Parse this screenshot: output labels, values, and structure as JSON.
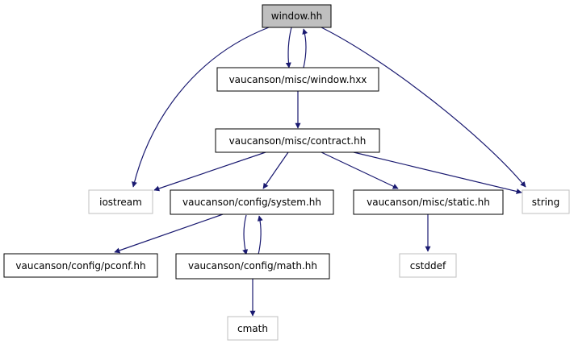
{
  "diagram": {
    "type": "include-dependency-graph",
    "colors": {
      "edge": "#191970",
      "node_border": "#000000",
      "external_border": "#bfbfbf",
      "root_fill": "#bfbfbf",
      "node_fill": "#ffffff"
    },
    "nodes": [
      {
        "id": "window_hh",
        "label": "window.hh",
        "kind": "root"
      },
      {
        "id": "window_hxx",
        "label": "vaucanson/misc/window.hxx",
        "kind": "internal"
      },
      {
        "id": "contract_hh",
        "label": "vaucanson/misc/contract.hh",
        "kind": "internal"
      },
      {
        "id": "iostream",
        "label": "iostream",
        "kind": "external"
      },
      {
        "id": "system_hh",
        "label": "vaucanson/config/system.hh",
        "kind": "internal"
      },
      {
        "id": "static_hh",
        "label": "vaucanson/misc/static.hh",
        "kind": "internal"
      },
      {
        "id": "string",
        "label": "string",
        "kind": "external"
      },
      {
        "id": "pconf_hh",
        "label": "vaucanson/config/pconf.hh",
        "kind": "internal"
      },
      {
        "id": "math_hh",
        "label": "vaucanson/config/math.hh",
        "kind": "internal"
      },
      {
        "id": "cstddef",
        "label": "cstddef",
        "kind": "external"
      },
      {
        "id": "cmath",
        "label": "cmath",
        "kind": "external"
      }
    ],
    "edges": [
      {
        "from": "window_hh",
        "to": "window_hxx"
      },
      {
        "from": "window_hxx",
        "to": "window_hh"
      },
      {
        "from": "window_hh",
        "to": "iostream"
      },
      {
        "from": "window_hh",
        "to": "string"
      },
      {
        "from": "window_hxx",
        "to": "contract_hh"
      },
      {
        "from": "contract_hh",
        "to": "iostream"
      },
      {
        "from": "contract_hh",
        "to": "system_hh"
      },
      {
        "from": "contract_hh",
        "to": "static_hh"
      },
      {
        "from": "contract_hh",
        "to": "string"
      },
      {
        "from": "system_hh",
        "to": "pconf_hh"
      },
      {
        "from": "system_hh",
        "to": "math_hh"
      },
      {
        "from": "math_hh",
        "to": "system_hh"
      },
      {
        "from": "static_hh",
        "to": "cstddef"
      },
      {
        "from": "math_hh",
        "to": "cmath"
      }
    ]
  }
}
